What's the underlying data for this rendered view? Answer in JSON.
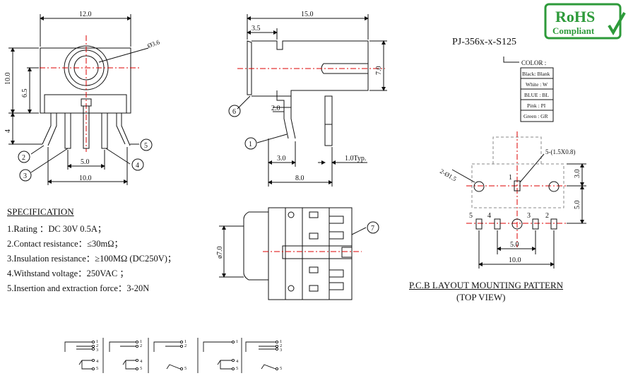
{
  "part_number": "PJ-356x-x-S125",
  "rohs": {
    "line1": "RoHS",
    "line2": "Compliant",
    "color": "#2d9a3a"
  },
  "color_table": {
    "header": "COLOR :",
    "rows": [
      "Black: Blank",
      "White : W",
      "BLUE : BL",
      "Pink : PI",
      "Green : GR"
    ]
  },
  "specification": {
    "title": "SPECIFICATION",
    "items": [
      "1.Rating ：DC 30V 0.5A；",
      "2.Contact resistance：≤30mΩ；",
      "3.Insulation resistance：≥100MΩ (DC250V)；",
      "4.Withstand voltage：250VAC ；",
      "5.Insertion and extraction force：3-20N"
    ]
  },
  "front_view": {
    "dims": {
      "width": "12.0",
      "height": "10.0",
      "upper": "6.5",
      "lower": "4",
      "pin_pitch": "5.0",
      "pin_span": "10.0",
      "hole": "Ø3.6"
    },
    "callouts": [
      "2",
      "3",
      "4",
      "5"
    ]
  },
  "side_view": {
    "dims": {
      "length": "15.0",
      "front": "3.5",
      "height": "7.0",
      "pin_offset": "2.0",
      "pin_x": "3.0",
      "pin_typ": "1.0Typ.",
      "base": "8.0"
    },
    "callouts": [
      "6",
      "1"
    ]
  },
  "top_view": {
    "dims": {
      "dia": "ø7.0"
    },
    "callouts": [
      "7"
    ]
  },
  "pcb": {
    "title": "P.C.B LAYOUT MOUNTING PATTERN",
    "subtitle": "(TOP VIEW)",
    "hole_label": "2-Ø1.5",
    "slot_label": "5-(1.5X0.8)",
    "dims": {
      "v1": "3.0",
      "v2": "5.0",
      "h1": "5.0",
      "h2": "10.0"
    },
    "pin_labels": [
      "1",
      "5",
      "4",
      "3",
      "2"
    ]
  },
  "schematics": {
    "labels": [
      "1",
      "2",
      "3",
      "4",
      "5"
    ]
  }
}
